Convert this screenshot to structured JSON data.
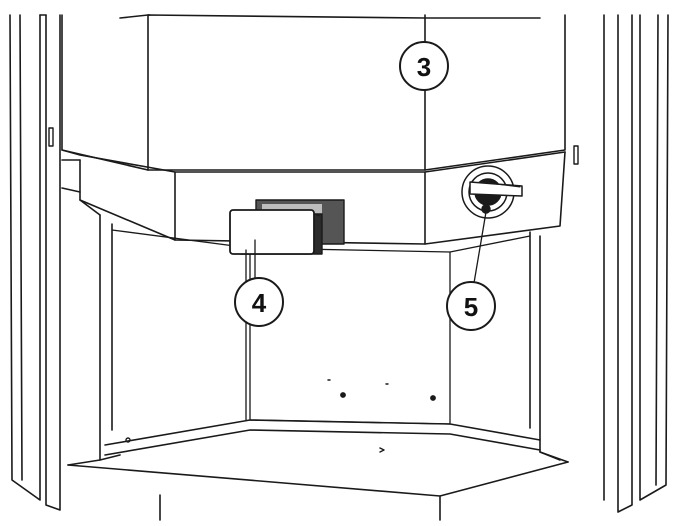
{
  "callouts": {
    "c3": "3",
    "c4": "4",
    "c5": "5"
  },
  "colors": {
    "line": "#1a1a1a",
    "shade": "#bdbdbd",
    "dark_shade": "#555555",
    "background": "#ffffff"
  }
}
